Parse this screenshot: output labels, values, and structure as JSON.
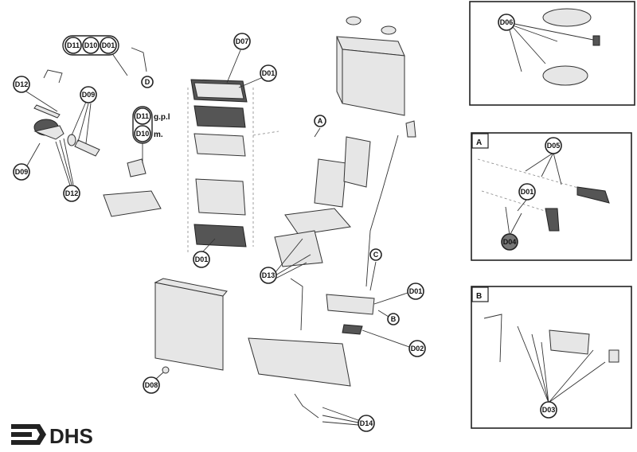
{
  "callouts": {
    "d11_top": "D11",
    "d10_top": "D10",
    "d01_top": "D01",
    "d_pipe": "D",
    "d12_a": "D12",
    "d09_a": "D09",
    "d09_b": "D09",
    "d12_b": "D12",
    "d11_gas": "D11",
    "d10_gas": "D10",
    "gas_gpl": "g.p.l",
    "gas_m": "m.",
    "d07": "D07",
    "d01_filter": "D01",
    "a_ref": "A",
    "d01_gasket": "D01",
    "d13": "D13",
    "c_ref": "C",
    "d01_valve": "D01",
    "b_ref": "B",
    "d02": "D02",
    "d08": "D08",
    "d14": "D14"
  },
  "panels": {
    "top": {
      "d06": "D06"
    },
    "a": {
      "title": "A",
      "d05": "D05",
      "d01": "D01",
      "d04": "D04"
    },
    "b": {
      "title": "B",
      "d03": "D03"
    }
  },
  "logo": "DHS"
}
